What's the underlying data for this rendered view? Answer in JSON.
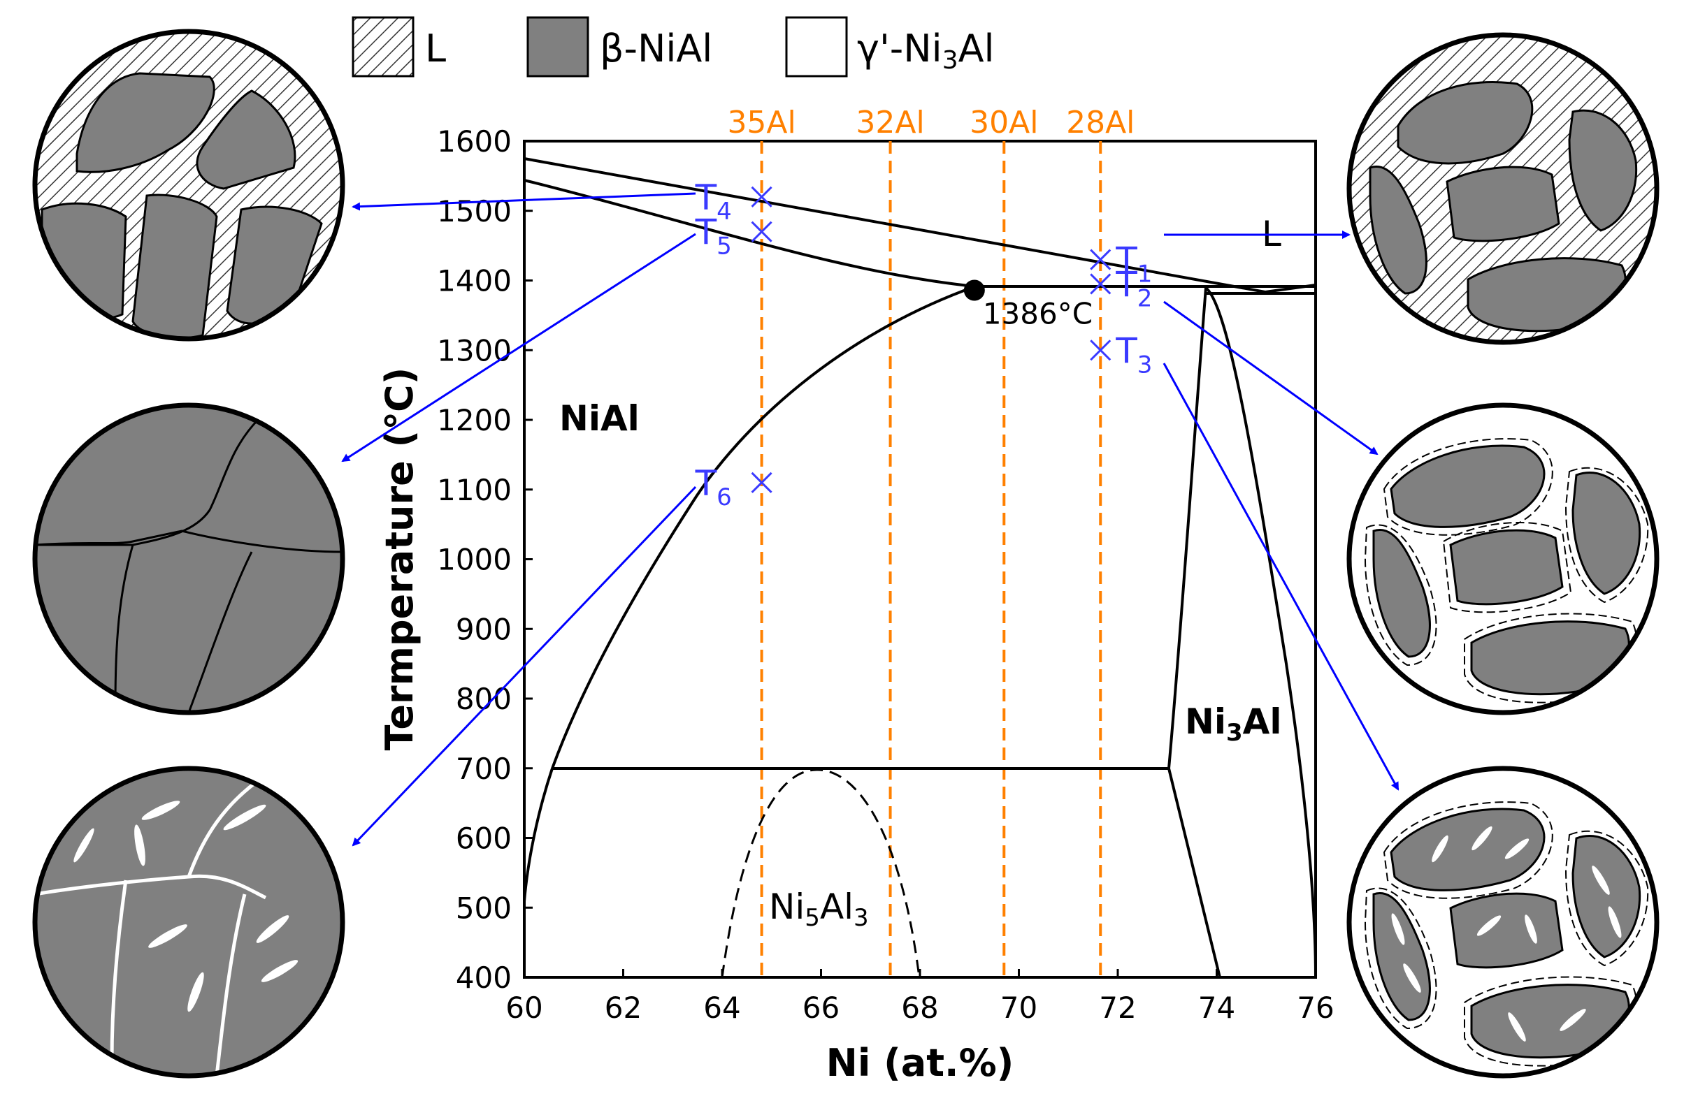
{
  "legend": [
    {
      "label": "L",
      "fill": "hatched"
    },
    {
      "label": "β-NiAl",
      "fill": "#808080"
    },
    {
      "label": "γ'-Ni",
      "sub": "3",
      "tail": "Al",
      "fill": "#ffffff"
    }
  ],
  "axes": {
    "x_label": "Ni (at.%)",
    "y_label": "Termperature (℃)",
    "x_range": [
      60,
      76
    ],
    "y_range": [
      400,
      1600
    ],
    "x_ticks": [
      60,
      62,
      64,
      66,
      68,
      70,
      72,
      74,
      76
    ],
    "y_ticks": [
      400,
      500,
      600,
      700,
      800,
      900,
      1000,
      1100,
      1200,
      1300,
      1400,
      1500,
      1600
    ]
  },
  "compositions": [
    {
      "label": "35Al",
      "ni": 64.8
    },
    {
      "label": "32Al",
      "ni": 67.4
    },
    {
      "label": "30Al",
      "ni": 69.7
    },
    {
      "label": "28Al",
      "ni": 71.65
    }
  ],
  "phase_labels": {
    "nial": "NiAl",
    "ni3al_main": "Ni",
    "ni3al_sub": "3",
    "ni3al_tail": "Al",
    "liquid": "L",
    "ni5al3_a": "Ni",
    "ni5al3_sub1": "5",
    "ni5al3_b": "Al",
    "ni5al3_sub2": "3"
  },
  "eutectic": {
    "label": "1386°C",
    "ni": 69.1,
    "t": 1386
  },
  "points": [
    {
      "id": "T",
      "sub": "1",
      "ni": 71.65,
      "t": 1430
    },
    {
      "id": "T",
      "sub": "2",
      "ni": 71.65,
      "t": 1395
    },
    {
      "id": "T",
      "sub": "3",
      "ni": 71.65,
      "t": 1300
    },
    {
      "id": "T",
      "sub": "4",
      "ni": 64.8,
      "t": 1520
    },
    {
      "id": "T",
      "sub": "5",
      "ni": 64.8,
      "t": 1470
    },
    {
      "id": "T",
      "sub": "6",
      "ni": 64.8,
      "t": 1110
    }
  ],
  "colors": {
    "point": "#3a3aff",
    "arrow": "#0000ff",
    "composition_line": "#ff8000",
    "grain": "#808080",
    "frame": "#000000"
  }
}
